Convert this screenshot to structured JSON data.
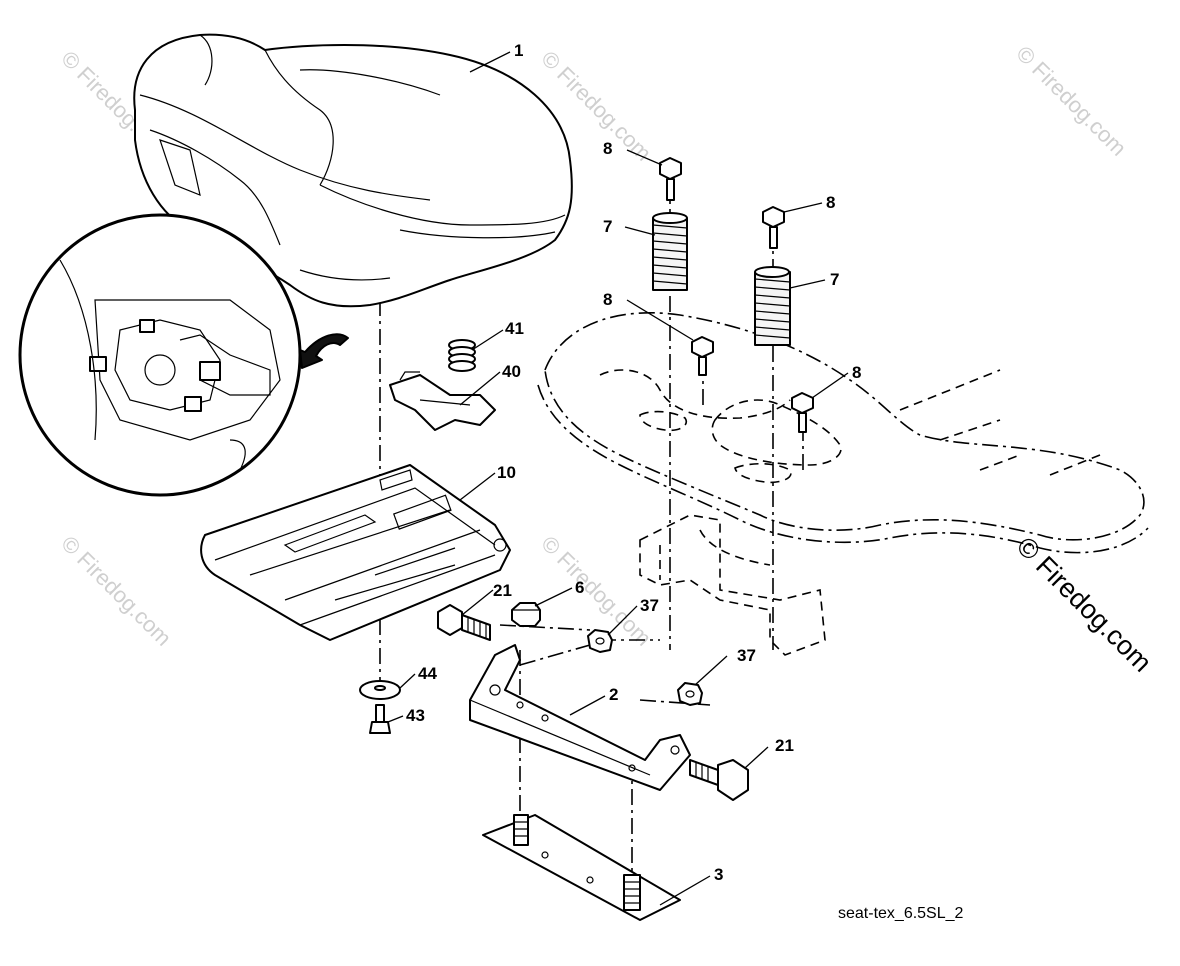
{
  "diagram": {
    "drawing_code": "seat-tex_6.5SL_2",
    "watermark_text": "© Firedog.com",
    "callouts": {
      "seat": "1",
      "bracket": "2",
      "plate": "3",
      "nut_6": "6",
      "spring_left": "7",
      "spring_right": "7",
      "bolt_top_left": "8",
      "bolt_top_right": "8",
      "bolt_mid_left": "8",
      "bolt_mid_right": "8",
      "seat_pan": "10",
      "bolt_21_left": "21",
      "bolt_21_right": "21",
      "nut_37_upper": "37",
      "nut_37_lower": "37",
      "clip": "40",
      "small_spring": "41",
      "screw": "43",
      "washer": "44"
    }
  }
}
